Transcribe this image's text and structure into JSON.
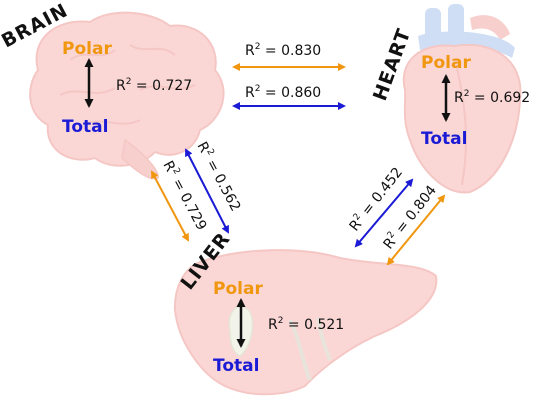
{
  "colors": {
    "polar": "#f0960f",
    "total": "#1b1bd6",
    "within": "#111111",
    "organ_fill": "#f6b7b4",
    "organ_dark": "#ee9a95",
    "vessel_blue": "#a9c4ec"
  },
  "organs": {
    "brain": {
      "label": "BRAIN",
      "polar": "Polar",
      "total": "Total",
      "r2": "0.727"
    },
    "heart": {
      "label": "HEART",
      "polar": "Polar",
      "total": "Total",
      "r2": "0.692"
    },
    "liver": {
      "label": "LIVER",
      "polar": "Polar",
      "total": "Total",
      "r2": "0.521"
    }
  },
  "links": {
    "brain_heart_polar": {
      "r2": "0.830",
      "type": "polar"
    },
    "brain_heart_total": {
      "r2": "0.860",
      "type": "total"
    },
    "brain_liver_total": {
      "r2": "0.562",
      "type": "total"
    },
    "brain_liver_polar": {
      "r2": "0.729",
      "type": "polar"
    },
    "heart_liver_total": {
      "r2": "0.452",
      "type": "total"
    },
    "heart_liver_polar": {
      "r2": "0.804",
      "type": "polar"
    }
  },
  "r2_prefix": "R",
  "r2_sup": "2",
  "r2_eq": " = "
}
